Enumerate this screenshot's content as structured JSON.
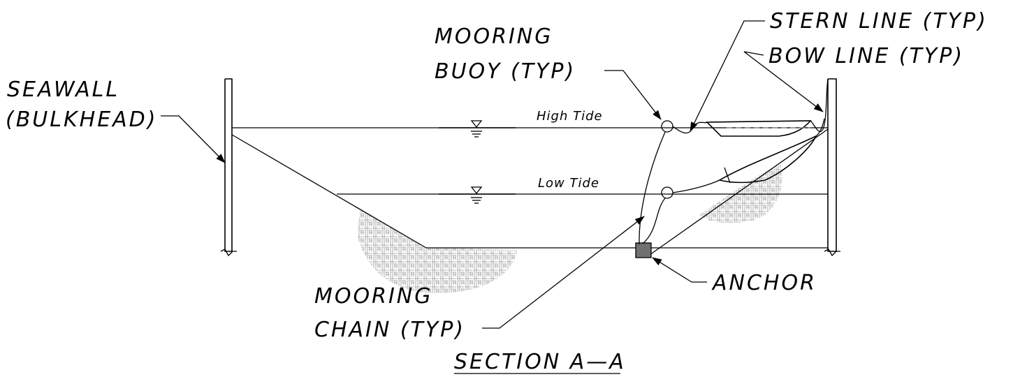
{
  "diagram": {
    "labels": {
      "seawall_line1": "SEAWALL",
      "seawall_line2": "(BULKHEAD)",
      "buoy_line1": "MOORING",
      "buoy_line2": "BUOY (TYP)",
      "stern_line": "STERN LINE (TYP)",
      "bow_line": "BOW LINE (TYP)",
      "high_tide": "High Tide",
      "low_tide": "Low Tide",
      "chain_line1": "MOORING",
      "chain_line2": "CHAIN (TYP)",
      "anchor": "ANCHOR"
    },
    "caption": "SECTION A—A",
    "colors": {
      "line": "#000000",
      "anchor_fill": "#707070",
      "hatch": "#9a9a9a",
      "dashed": "#8a8a8a"
    }
  }
}
